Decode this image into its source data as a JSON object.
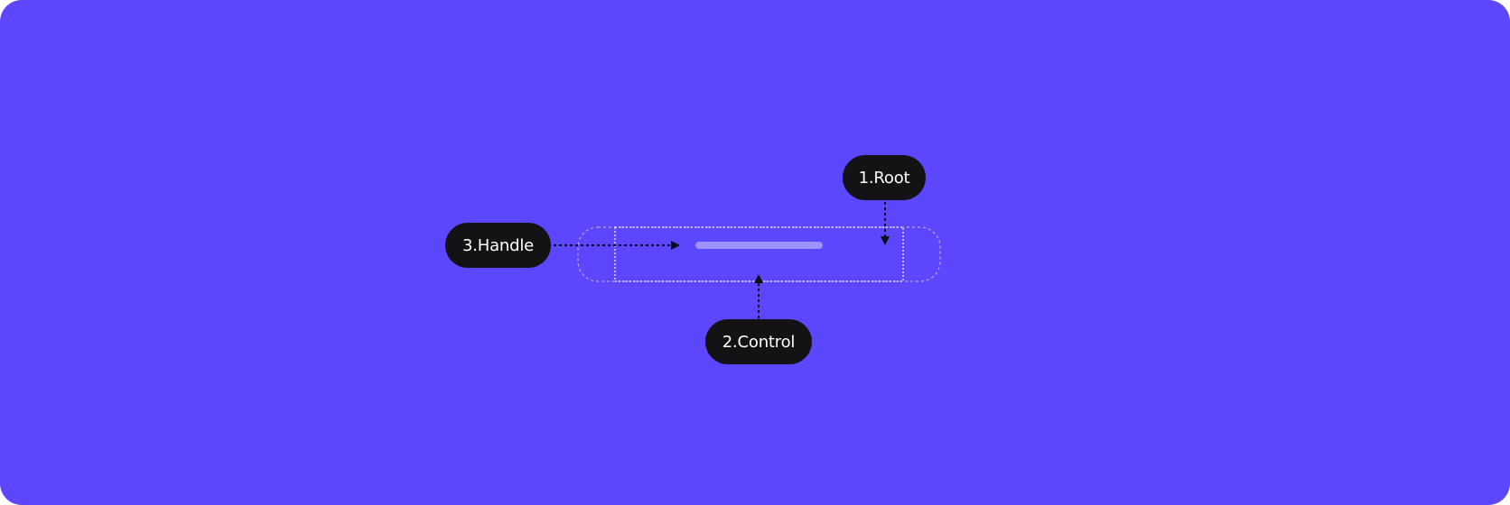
{
  "colors": {
    "background": "#5B47FE",
    "label_background": "#131316",
    "label_text": "#FFFFFF",
    "outline": "#E6E2FF",
    "handle_bar": "#9E93FF",
    "connector": "#0E0E12"
  },
  "labels": {
    "root": "1.Root",
    "control": "2.Control",
    "handle": "3.Handle"
  }
}
